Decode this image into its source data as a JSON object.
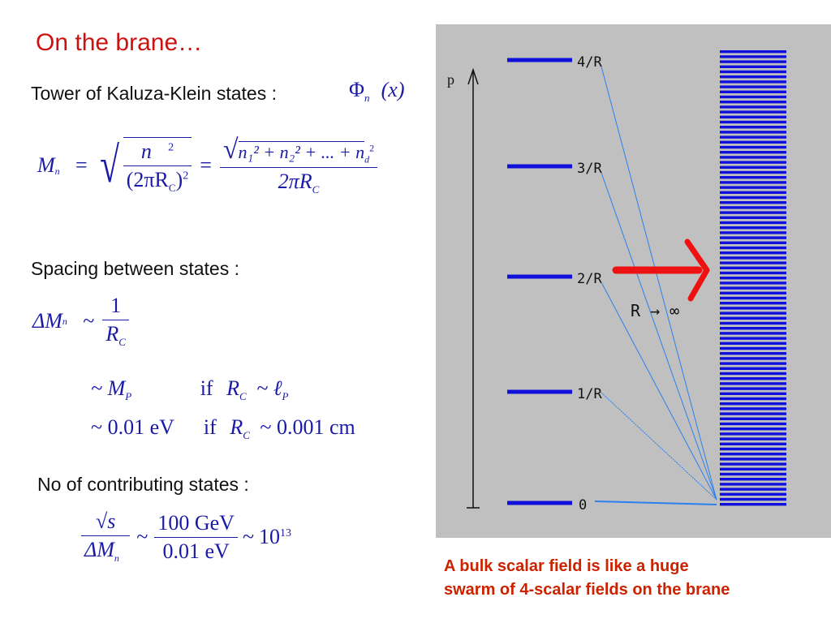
{
  "title": "On the brane…",
  "tower": {
    "label": "Tower of Kaluza-Klein states :",
    "field": "Φ",
    "field_sub": "n⃗",
    "field_arg": "(x)"
  },
  "mass": {
    "lhs": "M",
    "lhs_sub": "n⃗",
    "eq1": "=",
    "numerator1": "n⃗",
    "numerator1_sup": "2",
    "denominator1": "(2πR",
    "denominator1_sub": "C",
    "denominator1_close": ")",
    "denominator1_sup": "2",
    "eq2": "=",
    "numerator2": "n₁² + n₂² + ... + n",
    "numerator2_sub": "d",
    "numerator2_sup": "2",
    "denominator2": "2πR",
    "denominator2_sub": "C"
  },
  "spacing": {
    "label": "Spacing between states :",
    "lhs": "ΔM",
    "lhs_sub": "n⃗",
    "sim": "~",
    "num": "1",
    "den": "R",
    "den_sub": "C",
    "line2_pre": "~ M",
    "line2_sub": "P",
    "line2_if": "if",
    "line2_cond": "R",
    "line2_cond_sub": "C",
    "line2_cond_rhs": "~ ℓ",
    "line2_cond_rhs_sub": "P",
    "line3_pre": "~ 0.01 eV",
    "line3_if": "if",
    "line3_cond": "R",
    "line3_cond_sub": "C",
    "line3_cond_rhs": "~ 0.001  cm"
  },
  "states": {
    "label": "No of contributing states :",
    "num": "√s",
    "den": "ΔM",
    "den_sub": "n⃗",
    "sim1": "~",
    "num2": "100 GeV",
    "den2": "0.01  eV",
    "sim2": "~",
    "result": "10",
    "result_sup": "13"
  },
  "diagram": {
    "axis_label": "p",
    "levels": [
      "4/R",
      "3/R",
      "2/R",
      "1/R",
      "0"
    ],
    "limit_label": "R → ∞",
    "colors": {
      "levels": "#1010dd",
      "arrow": "#ee1111",
      "panel": "#c0c0c0",
      "lines": "#2a80ee"
    }
  },
  "caption": {
    "line1": "A bulk scalar field is like a huge",
    "line2": "swarm of 4-scalar fields on the brane"
  }
}
